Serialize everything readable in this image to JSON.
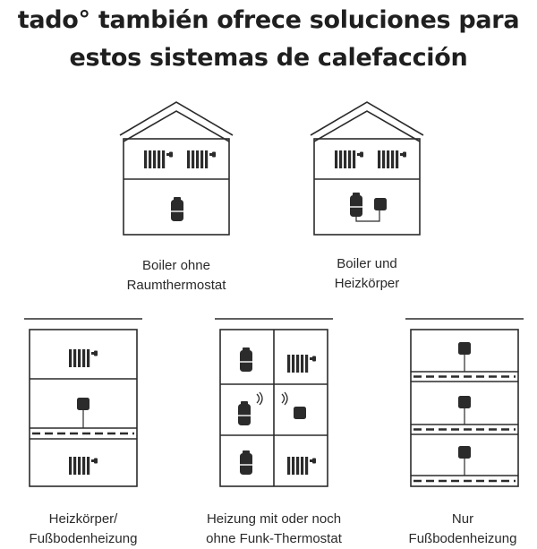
{
  "header": {
    "title_line1": "tado° también ofrece soluciones para",
    "title_line2": "estos sistemas de calefacción"
  },
  "systems": [
    {
      "line1": "Boiler ohne",
      "line2": "Raumthermostat",
      "illustration": "house-boiler-radiators-icon"
    },
    {
      "line1": "Boiler und",
      "line2": "Heizkörper",
      "illustration": "house-boiler-thermostat-radiators-icon"
    },
    {
      "line1": "Heizkörper/",
      "line2": "Fußbodenheizung",
      "illustration": "floors-radiator-underfloor-icon"
    },
    {
      "line1": "Heizung mit oder noch",
      "line2": "ohne Funk-Thermostat",
      "illustration": "grid-wireless-thermostat-icon"
    },
    {
      "line1": "Nur",
      "line2": "Fußbodenheizung",
      "illustration": "floors-underfloor-only-icon"
    }
  ],
  "colors": {
    "stroke": "#2b2b2b",
    "text": "#222222",
    "background": "#ffffff"
  }
}
